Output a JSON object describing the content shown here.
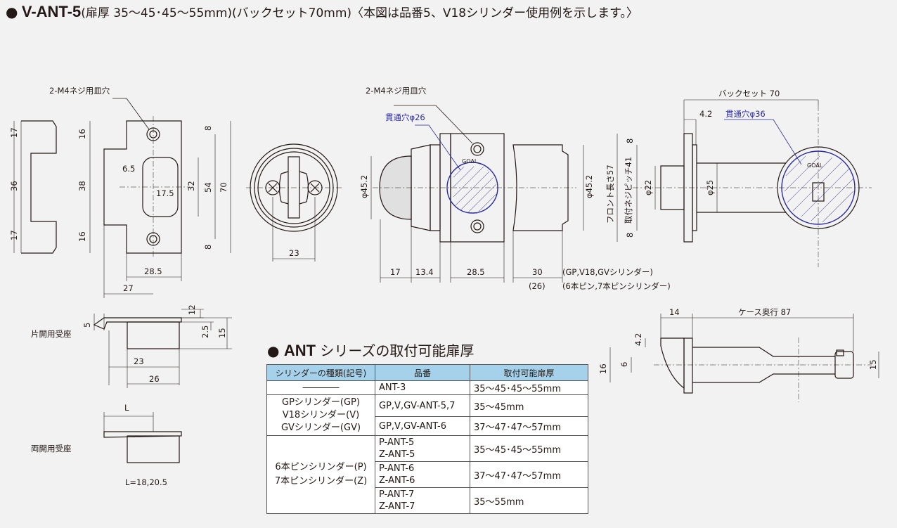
{
  "header": {
    "mark": "●",
    "model": "V-ANT-5",
    "spec": "(扉厚 35～45･45～55mm)(バックセット70mm)〈本図は品番5、V18シリンダー使用例を示します。〉"
  },
  "colors": {
    "line": "#231815",
    "accent_blue": "#2a2aa0",
    "table_header": "#a5d2ea",
    "background": "#f2f2f2"
  },
  "strike": {
    "dims": [
      "17",
      "36",
      "17",
      "16",
      "38",
      "16",
      "6.5",
      "17.5",
      "32",
      "54",
      "70",
      "8",
      "8",
      "28.5",
      "27"
    ],
    "note": "2-M4ネジ用皿穴"
  },
  "knob": {
    "dims": [
      "23"
    ]
  },
  "lockside": {
    "note": "2-M4ネジ用皿穴",
    "through_hole": "貫通穴φ26",
    "dims": [
      "φ45.2",
      "φ45.2",
      "17",
      "13.4",
      "28.5",
      "30",
      "(26)"
    ],
    "cyl_note1": "(GP,V18,GVシリンダー)",
    "cyl_note2": "(6本ピン,7本ピンシリンダー)",
    "brand": "GOAL"
  },
  "side": {
    "backset": "バックセット 70",
    "offset": "4.2",
    "through_hole": "貫通穴φ36",
    "dims": [
      "8",
      "8",
      "φ22",
      "φ25"
    ],
    "front_len": "フロント長さ57",
    "screw_pitch": "取付ネジピッチ41",
    "brand": "GOAL"
  },
  "single_receiver": {
    "label": "片開用受座",
    "dims": [
      "5",
      "12",
      "2.5",
      "15",
      "23",
      "26"
    ]
  },
  "double_receiver": {
    "label": "両開用受座",
    "dim": "L",
    "note": "L=18,20.5"
  },
  "case": {
    "dims": [
      "14",
      "ケース奥行 87",
      "4.2",
      "6",
      "16",
      "15"
    ]
  },
  "table": {
    "title_mark": "●",
    "title_bold": "ANT",
    "title_rest": " シリーズの取付可能扉厚",
    "headers": [
      "シリンダーの種類(記号)",
      "品番",
      "取付可能扉厚"
    ],
    "rows": [
      {
        "cylinder": "――――",
        "models": [
          "ANT-3"
        ],
        "thickness": "35～45･45～55mm"
      },
      {
        "cylinder": "GPシリンダー(GP)",
        "models": [
          "GP,V,GV-ANT-5,7"
        ],
        "thickness": "35～45mm"
      },
      {
        "cylinder": "V18シリンダー(V)",
        "models": [],
        "thickness": ""
      },
      {
        "cylinder": "GVシリンダー(GV)",
        "models": [
          "GP,V,GV-ANT-6"
        ],
        "thickness": "37～47･47～57mm"
      },
      {
        "cylinder": "6本ピンシリンダー(P)",
        "models": [
          "P-ANT-5",
          "Z-ANT-5"
        ],
        "thickness": "35～45･45～55mm"
      },
      {
        "cylinder": "7本ピンシリンダー(Z)",
        "models": [
          "P-ANT-6",
          "Z-ANT-6"
        ],
        "thickness": "37～47･47～57mm"
      },
      {
        "cylinder": "",
        "models": [
          "P-ANT-7",
          "Z-ANT-7"
        ],
        "thickness": "35～55mm"
      }
    ]
  }
}
